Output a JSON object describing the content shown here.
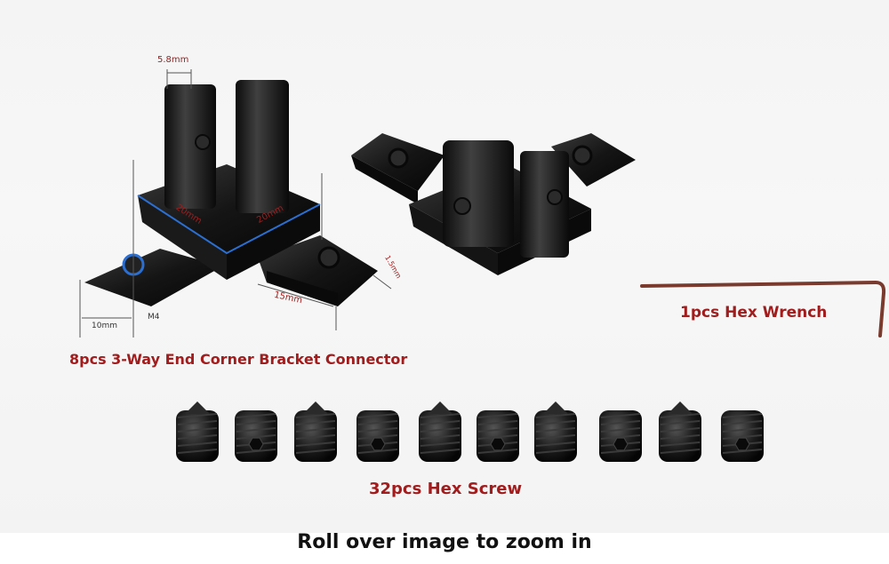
{
  "product_image": {
    "dimension_labels": {
      "slot_width": "5.8mm",
      "width_left": "20mm",
      "width_right": "20mm",
      "thickness": "1.5mm",
      "length": "15mm",
      "arm_length": "10mm",
      "thread": "M4"
    },
    "captions": {
      "bracket": "8pcs 3-Way End Corner Bracket Connector",
      "wrench": "1pcs Hex Wrench",
      "screws": "32pcs Hex Screw"
    }
  },
  "zoom_hint": "Roll over image to zoom in",
  "colors": {
    "caption_red": "#a11d1d",
    "bracket_black": "#1a1a1a",
    "wrench_brown": "#7a3a2e",
    "thread_ring_blue": "#2a6fd1"
  }
}
